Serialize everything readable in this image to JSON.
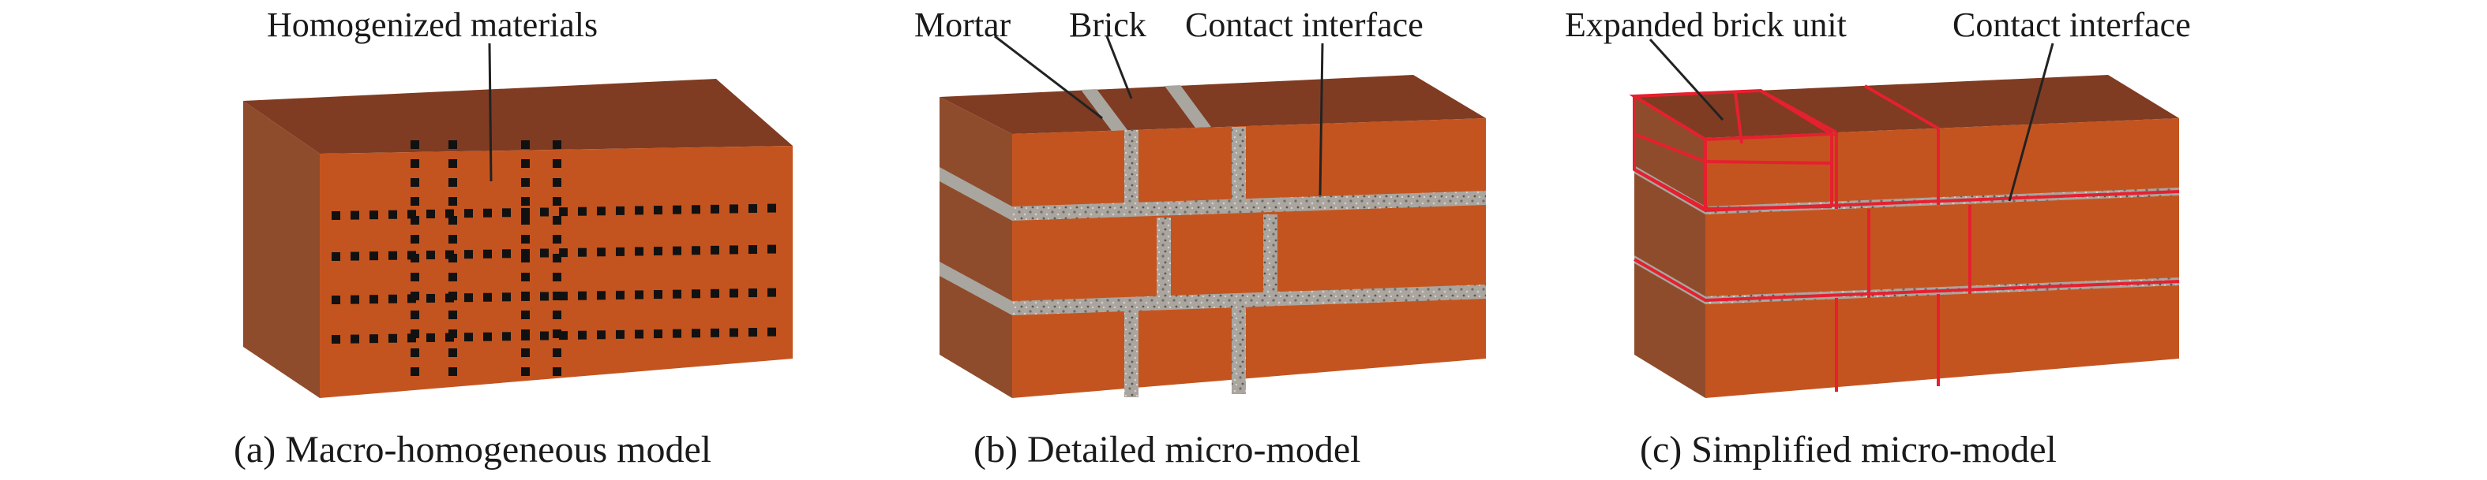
{
  "panels": [
    {
      "id": "a",
      "caption": "(a) Macro-homogeneous model",
      "labels": [
        "Homogenized materials"
      ]
    },
    {
      "id": "b",
      "caption": "(b) Detailed micro-model",
      "labels": [
        "Mortar",
        "Brick",
        "Contact interface"
      ]
    },
    {
      "id": "c",
      "caption": "(c) Simplified micro-model",
      "labels": [
        "Expanded brick unit",
        "Contact interface"
      ]
    }
  ],
  "colors": {
    "brick_front": "#c4541f",
    "brick_top": "#7f3c22",
    "brick_side": "#8f4c2c",
    "mortar": "#a9a6a0",
    "interface": "#e5202f",
    "marks": "#111111"
  }
}
